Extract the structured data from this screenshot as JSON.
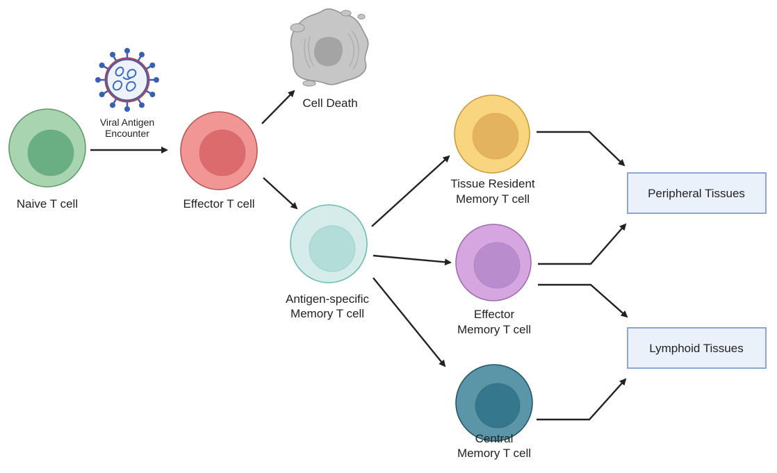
{
  "cells": {
    "naive": {
      "label": "Naive T cell",
      "fill": "#a8d4b0",
      "stroke": "#5e9a68",
      "nucleus": "#6aae84"
    },
    "effector": {
      "label": "Effector T cell",
      "fill": "#f19595",
      "stroke": "#b85555",
      "nucleus": "#dc6b6d"
    },
    "antigen_specific": {
      "label_line1": "Antigen-specific",
      "label_line2": "Memory T cell",
      "fill": "#d5ecea",
      "stroke": "#6cbab0",
      "nucleus": "#b3ddd8"
    },
    "tissue_resident": {
      "label_line1": "Tissue Resident",
      "label_line2": "Memory T cell",
      "fill": "#f8d57e",
      "stroke": "#c89a3a",
      "nucleus": "#e3b35f"
    },
    "effector_memory": {
      "label_line1": "Effector",
      "label_line2": "Memory T cell",
      "fill": "#d5a6df",
      "stroke": "#a06bb0",
      "nucleus": "#b98ccd"
    },
    "central_memory": {
      "label_line1": "Central",
      "label_line2": "Memory T cell",
      "fill": "#5a95a8",
      "stroke": "#22546a",
      "nucleus": "#35788d"
    }
  },
  "virus": {
    "label_line1": "Viral Antigen",
    "label_line2": "Encounter",
    "icon": "virus-icon"
  },
  "cell_death": {
    "label": "Cell Death",
    "icon": "dead-cell-icon"
  },
  "boxes": {
    "peripheral": {
      "label": "Peripheral Tissues"
    },
    "lymphoid": {
      "label": "Lymphoid Tissues"
    },
    "fill": "#eaf1fb",
    "stroke": "#8ea5d3"
  }
}
